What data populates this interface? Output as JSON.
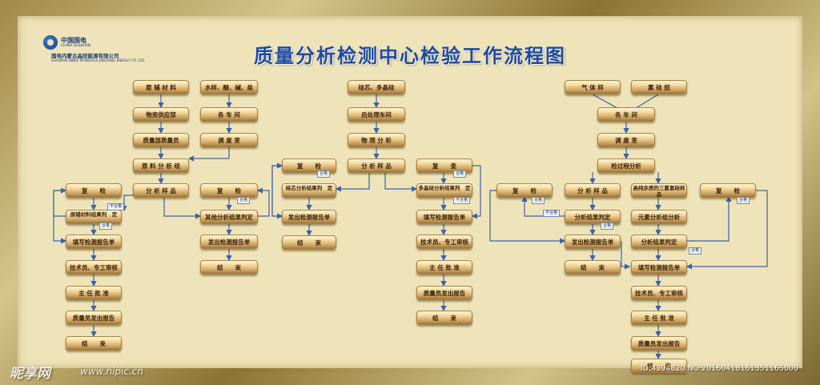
{
  "logo": {
    "cn": "中国国电",
    "en": "CHINA GUODIAN",
    "company": "国电内蒙古晶阳能源有限公司",
    "company_en": "GUODIAN INNER MONGOLIA JINGYANG ENERGY CO.,LTD."
  },
  "title": "质量分析检测中心检验工作流程图",
  "nodes": {
    "c1_raw": "原 辅 材 料",
    "c1_supply": "物资供应部",
    "c1_qc": "质量部质量员",
    "c1_group": "原 料 分 析 组",
    "c1_sample": "分 析 样 品",
    "c1_recheck": "复　　检",
    "c1_judge": "原辅材料结果判　定",
    "c1_fill": "填写检测报告单",
    "c1_review": "技术员、专工审核",
    "c1_approve": "主 任 批 准",
    "c1_issue": "质量员发出报告",
    "c1_end": "结　　束",
    "c2_water": "水样、酸、碱、盐",
    "c2_workshop": "各 车 间",
    "c2_dispatch": "调 度 室",
    "c2_recheck": "复　　检",
    "c2_judge": "其他分析结果判定",
    "c2_issue": "发出检测报告单",
    "c2_end": "结　　束",
    "c3_recheck": "复　　检",
    "c3_judge": "硅芯分析结果判　定",
    "c3_issue": "发出检测报告单",
    "c3_end": "结　　束",
    "c4_si": "硅芯、多晶硅",
    "c4_post": "后处理车间",
    "c4_phys": "物 理 分 析",
    "c4_sample": "分 析 样 品",
    "c5_recheck": "复　　查",
    "c5_judge": "多晶硅分析结果判　定",
    "c5_fill": "填写检测报告单",
    "c5_review": "技术员、专工审核",
    "c5_approve": "主 任 批 准",
    "c5_issue": "质量员发出报告",
    "c5_end": "结　　束",
    "c6_recheck": "复　　检",
    "c7_gas": "气 体 样",
    "c7_sihcl": "氯 硅 烷",
    "c7_workshop": "各 车 间",
    "c7_dispatch": "调 度 室",
    "c7_process": "检过程分析",
    "c7_sample": "分 析 样 品",
    "c7_judge": "分析结果判定",
    "c7_issue": "发出检测报告单",
    "c7_end": "结　　束",
    "c8_trace": "高纯余质的三氯氢硅样品",
    "c8_element": "元素分析组分析",
    "c8_judge": "分析结果判定",
    "c8_fill": "填写检测报告单",
    "c8_review": "技术员、专工审核",
    "c8_approve": "主 任 批 准",
    "c8_issue": "质量员发出报告",
    "c8_end": "结　　束",
    "c9_recheck": "复　　检"
  },
  "tags": {
    "ok": "合格",
    "fail": "不合格"
  },
  "watermark": {
    "brand": "昵享网",
    "url": "www.nipic.cn",
    "id": "ID:4394820 NO:20160418161351165000"
  },
  "colors": {
    "title": "#1f4a9c",
    "line": "#3c63a8",
    "board": "#efe4b9"
  }
}
